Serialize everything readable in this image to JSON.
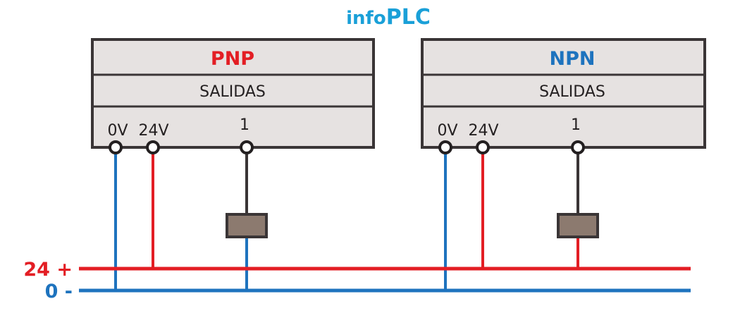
{
  "brand": {
    "prefix": "info",
    "suffix": "PLC"
  },
  "colors": {
    "brand": "#1aa0d8",
    "red": "#e31e24",
    "blue": "#1e73be",
    "box_fill": "#e6e2e1",
    "box_stroke": "#3a3536",
    "load_fill": "#8c7a6f",
    "wire_dark": "#3a3536"
  },
  "modules": [
    {
      "title": "PNP",
      "title_color": "#e31e24",
      "subtitle": "SALIDAS",
      "terminals": {
        "zero": "0V",
        "supply": "24V",
        "output": "1"
      }
    },
    {
      "title": "NPN",
      "title_color": "#1e73be",
      "subtitle": "SALIDAS",
      "terminals": {
        "zero": "0V",
        "supply": "24V",
        "output": "1"
      }
    }
  ],
  "rails": {
    "positive": {
      "label": "24 +",
      "color": "#e31e24"
    },
    "negative": {
      "label": "0 -",
      "color": "#1e73be"
    }
  }
}
